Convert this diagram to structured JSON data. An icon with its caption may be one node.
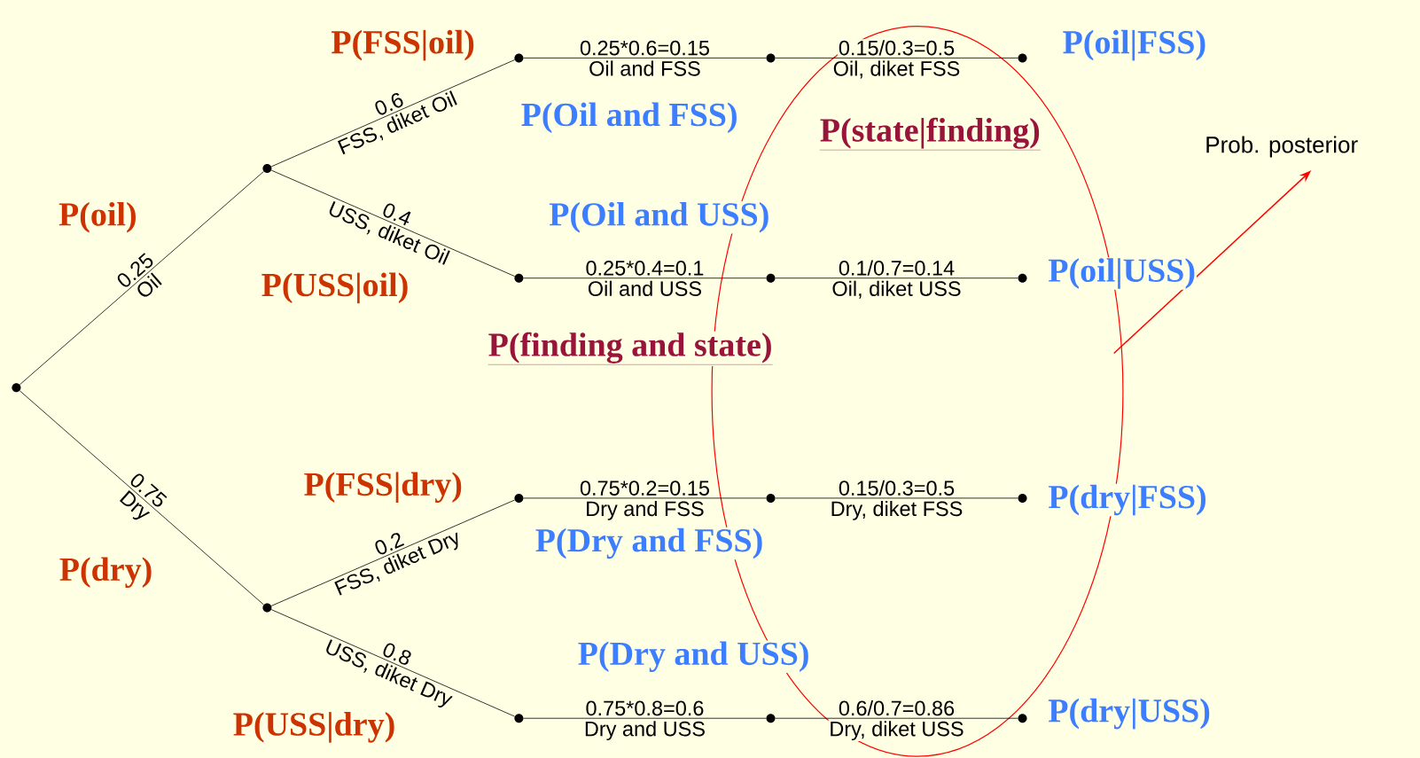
{
  "diagram": {
    "nodes": [
      {
        "text": [],
        "shape": "circle"
      },
      {
        "text": [],
        "shape": "circle"
      },
      {
        "text": [],
        "shape": "circle"
      },
      {
        "text": [],
        "shape": "circle"
      },
      {
        "text": [],
        "shape": "circle"
      },
      {
        "text": [],
        "shape": "circle"
      },
      {
        "text": [],
        "shape": "circle"
      },
      {
        "text": [],
        "shape": "circle"
      },
      {
        "text": [],
        "shape": "circle"
      },
      {
        "text": [],
        "shape": "circle"
      },
      {
        "text": [],
        "shape": "circle"
      },
      {
        "text": [],
        "shape": "circle"
      },
      {
        "text": [],
        "shape": "circle"
      },
      {
        "text": [],
        "shape": "circle"
      },
      {
        "text": [],
        "shape": "circle"
      }
    ],
    "edges": [
      {
        "from": 0,
        "to": 1,
        "arrow": "none",
        "label": "0.25"
      },
      {
        "from": 0,
        "to": 2,
        "arrow": "none",
        "label": "0.75"
      },
      {
        "from": 1,
        "to": 3,
        "arrow": "none",
        "label": "0.6"
      },
      {
        "from": 1,
        "to": 6,
        "arrow": "none",
        "label": "0.4"
      },
      {
        "from": 2,
        "to": 9,
        "arrow": "none",
        "label": "0.2"
      },
      {
        "from": 2,
        "to": 12,
        "arrow": "none",
        "label": "0.8"
      },
      {
        "from": 3,
        "to": 4,
        "arrow": "none",
        "label": "0.25*0.6=0.15"
      },
      {
        "from": 4,
        "to": 5,
        "arrow": "none",
        "label": "0.15/0.3=0.5"
      },
      {
        "from": 6,
        "to": 7,
        "arrow": "none",
        "label": "0.25*0.4=0.1"
      },
      {
        "from": 7,
        "to": 8,
        "arrow": "none",
        "label": "0.1/0.7=0.14"
      },
      {
        "from": 9,
        "to": 10,
        "arrow": "none",
        "label": "0.75*0.2=0.15"
      },
      {
        "from": 10,
        "to": 11,
        "arrow": "none",
        "label": "0.15/0.3=0.5"
      },
      {
        "from": 12,
        "to": 13,
        "arrow": "none",
        "label": "0.75*0.8=0.6"
      },
      {
        "from": 13,
        "to": 14,
        "arrow": "none",
        "label": "0.6/0.7=0.86"
      }
    ],
    "labels": [
      "Oil",
      "Dry",
      "FSS, diket Oil",
      "USS, diket Oil",
      "FSS, diket Dry",
      "USS, diket Dry",
      "Oil and FSS",
      "Oil, diket FSS",
      "Oil and USS",
      "Oil, diket USS",
      "Dry and FSS",
      "Dry, diket FSS",
      "Dry and USS",
      "Dry, diket USS",
      "P(FSS|oil)",
      "P(oil)",
      "P(USS|oil)",
      "P(FSS|dry)",
      "P(dry)",
      "P(USS|dry)",
      "P(Oil and FSS)",
      "P(Oil and USS)",
      "P(Dry and FSS)",
      "P(Dry and USS)",
      "P(finding and state)",
      "P(state|finding)",
      "Prob. posterior",
      "P(oil|FSS)",
      "P(oil|USS)",
      "P(dry|FSS)",
      "P(dry|USS)"
    ]
  }
}
